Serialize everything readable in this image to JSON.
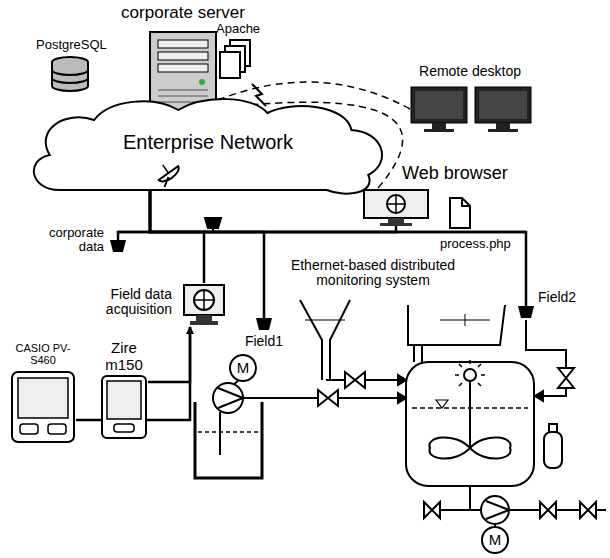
{
  "diagram": {
    "nodes": [
      {
        "text": [
          "corporate server"
        ]
      },
      {
        "text": [
          "Remote desktop"
        ]
      },
      {
        "text": [
          "Enterprise Network"
        ]
      },
      {
        "text": [
          "Web browser"
        ]
      },
      {
        "text": [
          "corporate data"
        ]
      },
      {
        "text": [
          "Field data acquisition"
        ]
      },
      {
        "text": [
          "Field2"
        ]
      },
      {
        "text": [
          "Field1"
        ]
      },
      {
        "text": [
          "CASIO PV-S460"
        ]
      },
      {
        "text": [
          "Zire m150"
        ]
      }
    ],
    "edges": [
      {
        "from": 1,
        "to": 0,
        "arrow": "none"
      },
      {
        "from": 3,
        "to": 0,
        "arrow": "none"
      },
      {
        "from": 2,
        "to": 4,
        "arrow": "none"
      },
      {
        "from": 2,
        "to": 5,
        "arrow": "none"
      },
      {
        "from": 2,
        "to": 3,
        "arrow": "none"
      },
      {
        "from": 2,
        "to": 7,
        "arrow": "none"
      },
      {
        "from": 2,
        "to": 6,
        "arrow": "none"
      },
      {
        "from": 9,
        "to": 5,
        "arrow": "to"
      },
      {
        "from": 8,
        "to": 5,
        "arrow": "to"
      }
    ],
    "labels": [
      "PostgreSQL",
      "Apache",
      "process.php",
      "Ethernet-based distributed monitoring system",
      "M",
      "M"
    ]
  }
}
